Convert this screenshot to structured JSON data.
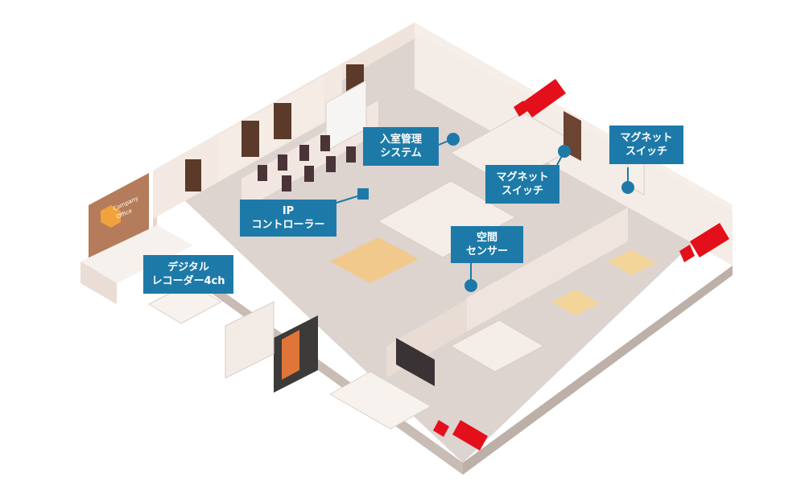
{
  "office": {
    "wall_sign": [
      "Company",
      "Office"
    ]
  },
  "callouts": {
    "ip_controller": [
      "IP",
      "コントローラー"
    ],
    "digital_recorder": [
      "デジタル",
      "レコーダー4ch"
    ],
    "entry_management": [
      "入室管理",
      "システム"
    ],
    "magnet_switch_center": [
      "マグネット",
      "スイッチ"
    ],
    "magnet_switch_right": [
      "マグネット",
      "スイッチ"
    ],
    "space_sensor": [
      "空間",
      "センサー"
    ]
  },
  "colors": {
    "callout_bg": "#1d7aa8",
    "sensor_dot": "#1d7aa8",
    "camera": "#e3101b",
    "floor": "#dcd3cf",
    "wall": "#f1e6df",
    "wall_accent": "#c68e6e"
  }
}
